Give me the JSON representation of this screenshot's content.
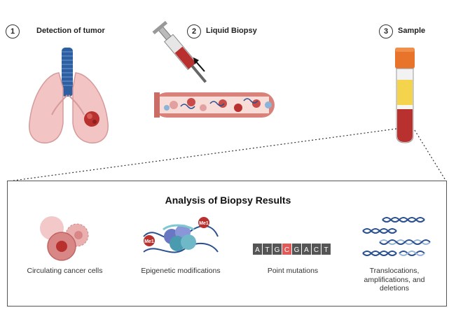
{
  "steps": [
    {
      "number": "1",
      "label": "Detection of tumor"
    },
    {
      "number": "2",
      "label": "Liquid Biopsy"
    },
    {
      "number": "3",
      "label": "Sample"
    }
  ],
  "analysis": {
    "title": "Analysis of Biopsy Results",
    "items": [
      {
        "label": "Circulating cancer cells"
      },
      {
        "label": "Epigenetic modifications"
      },
      {
        "label": "Point mutations"
      },
      {
        "label": "Translocations, amplifications, and deletions"
      }
    ]
  },
  "epigenetic_tags": [
    "Me1",
    "Me1"
  ],
  "dna_letters": [
    "A",
    "T",
    "G",
    "C",
    "G",
    "A",
    "C",
    "T"
  ],
  "colors": {
    "tissue": "#f2c4c4",
    "blood": "#b8312f",
    "vessel": "#d9827c",
    "tube_cap": "#e8742c",
    "plasma": "#f4d44c",
    "dna_blue": "#2a4f8e",
    "mutation_red": "#e05a5a"
  }
}
